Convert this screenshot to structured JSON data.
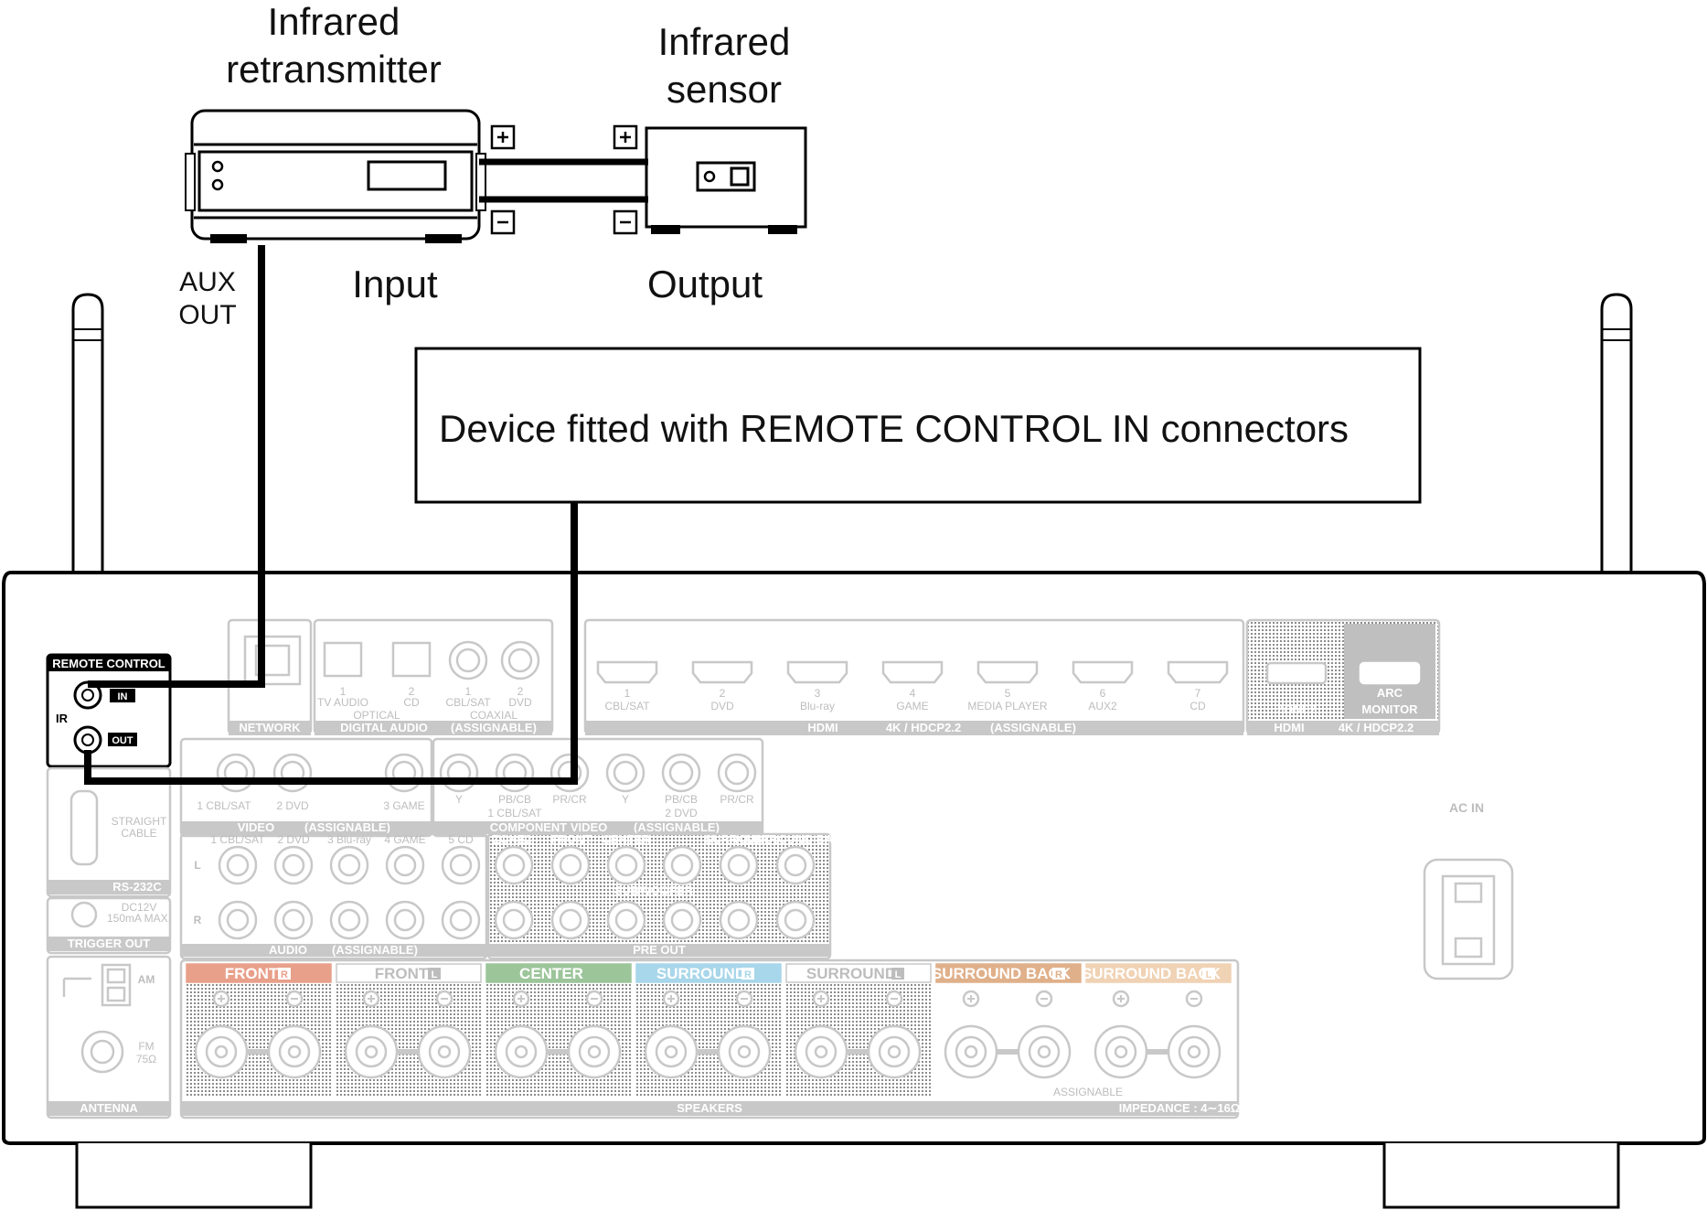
{
  "top": {
    "retransmitter_line1": "Infrared",
    "retransmitter_line2": "retransmitter",
    "sensor_line1": "Infrared",
    "sensor_line2": "sensor",
    "aux_line1": "AUX",
    "aux_line2": "OUT",
    "input": "Input",
    "output": "Output",
    "plus": "+",
    "minus": "−"
  },
  "device_box": "Device fitted with REMOTE CONTROL IN connectors",
  "rear_panel": {
    "remote_control": "REMOTE CONTROL",
    "ir": "IR",
    "in_tag": "IN",
    "out_tag": "OUT",
    "network": "NETWORK",
    "optical_1": "1",
    "optical_1_sub": "TV AUDIO",
    "optical_2": "2",
    "optical_2_sub": "CD",
    "coaxial_1": "1",
    "coaxial_1_sub": "CBL/SAT",
    "coaxial_2": "2",
    "coaxial_2_sub": "DVD",
    "optical": "OPTICAL",
    "coaxial": "COAXIAL",
    "digital_audio": "DIGITAL AUDIO",
    "assignable": "(ASSIGNABLE)",
    "hdmi_inputs": [
      {
        "num": "1",
        "name": "CBL/SAT"
      },
      {
        "num": "2",
        "name": "DVD"
      },
      {
        "num": "3",
        "name": "Blu-ray"
      },
      {
        "num": "4",
        "name": "GAME"
      },
      {
        "num": "5",
        "name": "MEDIA PLAYER"
      },
      {
        "num": "6",
        "name": "AUX2"
      },
      {
        "num": "7",
        "name": "CD"
      }
    ],
    "hdmi_in_label": "HDMI",
    "hdmi_spec": "4K / HDCP2.2",
    "zone2": "ZONE2",
    "arc": "ARC",
    "monitor": "MONITOR",
    "hdmi_out_label": "HDMI",
    "video_inputs": [
      "1 CBL/SAT",
      "2 DVD",
      "3 GAME"
    ],
    "video": "VIDEO",
    "comp_ports": [
      "Y",
      "PB/CB",
      "PR/CR",
      "Y",
      "PB/CB",
      "PR/CR"
    ],
    "comp_1": "1 CBL/SAT",
    "comp_2": "2 DVD",
    "component_video": "COMPONENT VIDEO",
    "audio_inputs": [
      "1 CBL/SAT",
      "2 DVD",
      "3 Blu-ray",
      "4 GAME",
      "5 CD"
    ],
    "audio": "AUDIO",
    "l": "L",
    "r": "R",
    "preout_labels": [
      "ZONE2",
      "FRONT",
      "CENTER",
      "SURROUND",
      "SURROUND BACK"
    ],
    "subwoofer": "SUBWOOFER",
    "pre_out": "PRE OUT",
    "straight": "STRAIGHT",
    "cable": "CABLE",
    "rs232c": "RS-232C",
    "dc12v": "DC12V",
    "ma150": "150mA MAX.",
    "trigger_out": "TRIGGER OUT",
    "am": "AM",
    "fm": "FM",
    "ohm75": "75Ω",
    "antenna": "ANTENNA",
    "speakers": [
      {
        "name": "FRONT",
        "ch": "R",
        "color": "#e8a08a"
      },
      {
        "name": "FRONT",
        "ch": "L",
        "color": "#ffffff"
      },
      {
        "name": "CENTER",
        "ch": "",
        "color": "#9cc59a"
      },
      {
        "name": "SURROUND",
        "ch": "R",
        "color": "#a8d6ea"
      },
      {
        "name": "SURROUND",
        "ch": "L",
        "color": "#ffffff"
      },
      {
        "name": "SURROUND BACK",
        "ch": "R",
        "color": "#e0b08a"
      },
      {
        "name": "SURROUND BACK",
        "ch": "L",
        "color": "#f0d2b4"
      }
    ],
    "speakers_label": "SPEAKERS",
    "assignable_sp": "ASSIGNABLE",
    "impedance": "IMPEDANCE : 4∼16Ω",
    "ac_in": "AC IN"
  }
}
